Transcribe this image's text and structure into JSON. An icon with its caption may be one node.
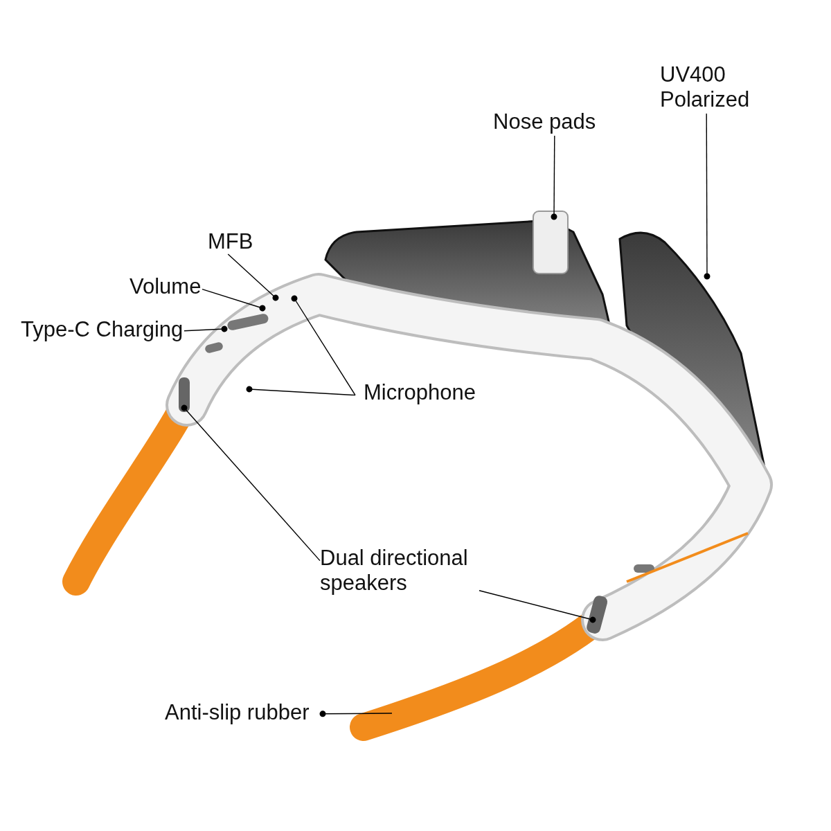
{
  "diagram": {
    "nodes": [
      {
        "text": [
          "Nose pads"
        ]
      },
      {
        "text": [
          "UV400 Polarized"
        ]
      },
      {
        "text": [
          "MFB"
        ]
      },
      {
        "text": [
          "Volume"
        ]
      },
      {
        "text": [
          "Type-C Charging"
        ]
      },
      {
        "text": [
          "Microphone"
        ]
      },
      {
        "text": [
          "Dual directional speakers"
        ]
      },
      {
        "text": [
          "Anti-slip rubber"
        ]
      }
    ],
    "edges": [
      {
        "from": 0,
        "to": null,
        "arrow": "other"
      },
      {
        "from": 1,
        "to": null,
        "arrow": "other"
      },
      {
        "from": 2,
        "to": null,
        "arrow": "other"
      },
      {
        "from": 3,
        "to": null,
        "arrow": "other"
      },
      {
        "from": 4,
        "to": null,
        "arrow": "other"
      },
      {
        "from": 5,
        "to": null,
        "arrow": "other"
      },
      {
        "from": 5,
        "to": null,
        "arrow": "other"
      },
      {
        "from": 6,
        "to": null,
        "arrow": "other"
      },
      {
        "from": 6,
        "to": null,
        "arrow": "other"
      },
      {
        "from": null,
        "to": 7,
        "arrow": "other"
      }
    ]
  }
}
